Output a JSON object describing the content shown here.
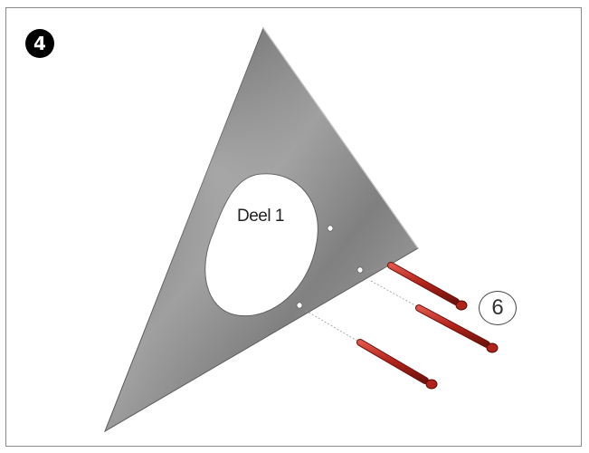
{
  "step": {
    "number": "4"
  },
  "part": {
    "label": "Deel 1"
  },
  "fasteners": {
    "quantity": "6"
  },
  "colors": {
    "plate": "#8e8e8e",
    "screw": "#b0231a",
    "badge": "#000000",
    "frame": "#8a8a8a"
  },
  "icons": {
    "plate": "triangular-metal-plate-icon",
    "screw": "screw-icon"
  }
}
